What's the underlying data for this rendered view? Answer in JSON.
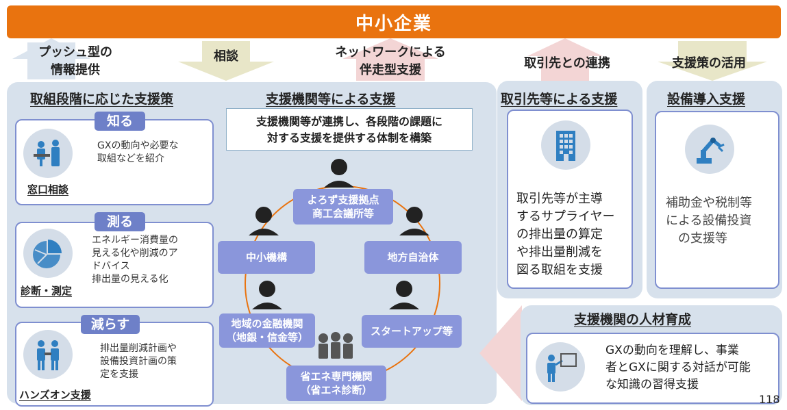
{
  "header": {
    "title": "中小企業"
  },
  "top_arrows": {
    "push": "プッシュ型の 情報提供",
    "push_l1": "プッシュ型の",
    "push_l2": "情報提供",
    "consult": "相談",
    "network_l1": "ネットワークによる",
    "network_l2": "伴走型支援",
    "partner": "取引先との連携",
    "utilize": "支援策の活用"
  },
  "stage_support": {
    "title": "取組段階に応じた支援策",
    "cards": [
      {
        "badge": "知る",
        "text": [
          "GXの動向や必要な",
          "取組などを紹介"
        ],
        "label": "窓口相談",
        "icon": "counter-consultation-icon"
      },
      {
        "badge": "測る",
        "text": [
          "エネルギー消費量の",
          "見える化や削減のア",
          "ドバイス",
          "排出量の見える化"
        ],
        "label": "診断・測定",
        "icon": "pie-chart-icon"
      },
      {
        "badge": "減らす",
        "text": [
          "排出量削減計画や",
          "設備投資計画の策",
          "定を支援"
        ],
        "label": "ハンズオン支援",
        "icon": "handshake-icon"
      }
    ]
  },
  "org_support": {
    "title": "支援機関等による支援",
    "subtitle_l1": "支援機関等が連携し、各段階の課題に",
    "subtitle_l2": "対する支援を提供する体制を構築",
    "nodes": {
      "yorozu_l1": "よろず支援拠点",
      "yorozu_l2": "商工会議所等",
      "smrj": "中小機構",
      "local_gov": "地方自治体",
      "finance_l1": "地域の金融機関",
      "finance_l2": "（地銀・信金等）",
      "startup": "スタートアップ等",
      "energy_l1": "省エネ専門機関",
      "energy_l2": "（省エネ診断）"
    }
  },
  "partner_support": {
    "title": "取引先等による支援",
    "text": [
      "取引先等が主導",
      "するサプライヤー",
      "の排出量の算定",
      "や排出量削減を",
      "図る取組を支援"
    ],
    "icon": "building-icon"
  },
  "equipment_support": {
    "title": "設備導入支援",
    "text": [
      "補助金や税制等",
      "による設備投資",
      "の支援等"
    ],
    "icon": "robot-arm-icon"
  },
  "hr": {
    "title": "支援機関の人材育成",
    "text": [
      "GXの動向を理解し、事業",
      "者とGXに関する対話が可能",
      "な知識の習得支援"
    ],
    "icon": "presenter-icon"
  },
  "page_number": "118",
  "colors": {
    "orange": "#e9730f",
    "panel": "#d7e1ec",
    "node": "#8a96db",
    "badge": "#6e80c8",
    "icon_blue": "#2f7fc1"
  }
}
